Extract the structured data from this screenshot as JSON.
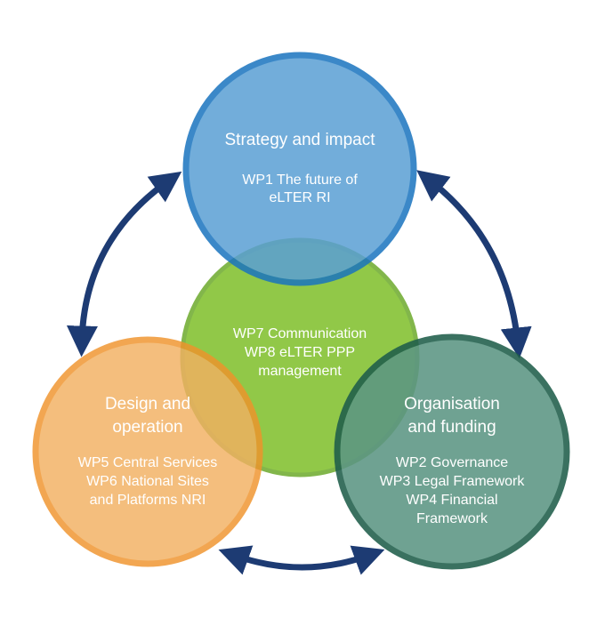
{
  "colors": {
    "blue": "#5a9fd4",
    "blue_ring": "#1a74bf",
    "green": "#8cc63f",
    "green_ring": "#7cb342",
    "orange": "#f2b061",
    "orange_ring": "#f0932b",
    "teal": "#5c9683",
    "teal_ring": "#1f5e4b",
    "arrow": "#1d3b73"
  },
  "nodes": {
    "top": {
      "title": [
        "Strategy and impact"
      ],
      "lines": [
        "WP1 The future of",
        "eLTER RI"
      ]
    },
    "center": {
      "lines": [
        "WP7 Communication",
        "WP8 eLTER PPP",
        "management"
      ]
    },
    "left": {
      "title": [
        "Design and",
        "operation"
      ],
      "lines": [
        "WP5 Central Services",
        "WP6 National Sites",
        "and Platforms NRI"
      ]
    },
    "right": {
      "title": [
        "Organisation",
        "and funding"
      ],
      "lines": [
        "WP2 Governance",
        "WP3 Legal Framework",
        "WP4 Financial",
        "Framework"
      ]
    }
  }
}
